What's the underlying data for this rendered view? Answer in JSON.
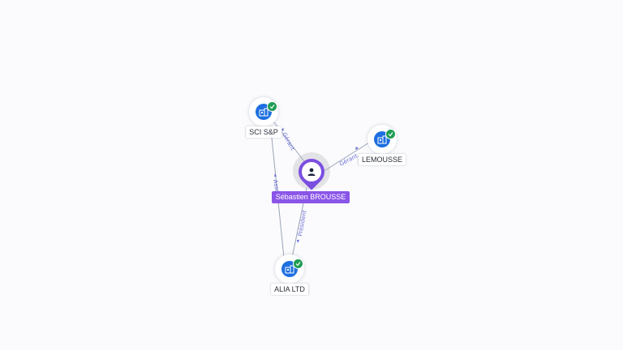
{
  "graph": {
    "person": {
      "name": "Sébastien BROUSSE",
      "icon": "person-icon",
      "color": "#8a55e8"
    },
    "companies": [
      {
        "id": "sci",
        "name": "SCI S&P",
        "icon": "building-icon",
        "verified_icon": "check-icon"
      },
      {
        "id": "lemousse",
        "name": "LEMOUSSE",
        "icon": "building-icon",
        "verified_icon": "check-icon"
      },
      {
        "id": "alia",
        "name": "ALIA LTD",
        "icon": "building-icon",
        "verified_icon": "check-icon"
      }
    ],
    "edges": [
      {
        "from": "person",
        "to": "sci",
        "label": "Gérant"
      },
      {
        "from": "person",
        "to": "lemousse",
        "label": "Gérant"
      },
      {
        "from": "person",
        "to": "alia",
        "label": "Président"
      },
      {
        "from": "alia",
        "to": "sci",
        "label": "Associé"
      }
    ],
    "colors": {
      "company": "#1d6fe0",
      "verified": "#1f9d55",
      "edge_label": "#6b6fd3"
    }
  }
}
